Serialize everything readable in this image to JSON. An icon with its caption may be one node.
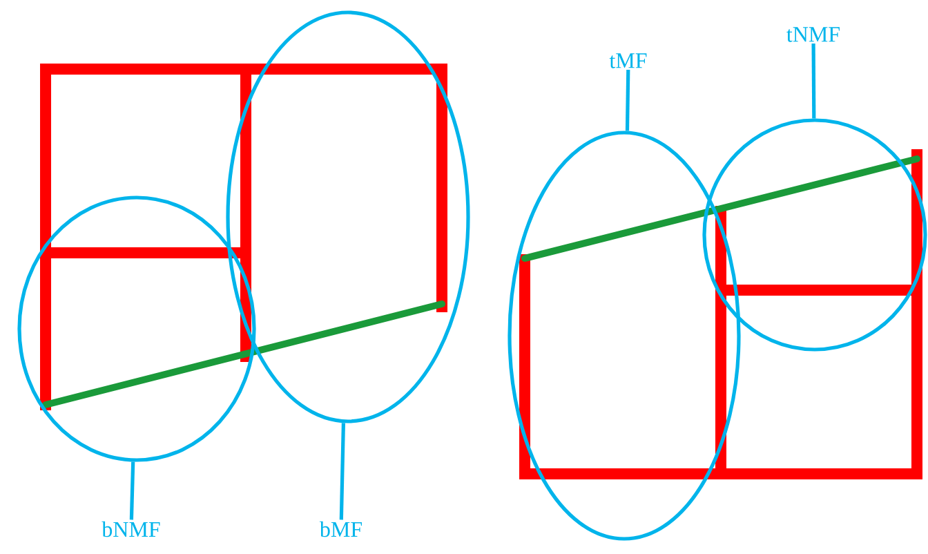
{
  "diagram": {
    "nodes": [
      {
        "text": [
          "tMF"
        ]
      },
      {
        "text": [
          "tNMF"
        ]
      },
      {
        "text": [
          "bNMF"
        ]
      },
      {
        "text": [
          "bMF"
        ]
      },
      {
        "text": [],
        "shape": "ellipse"
      },
      {
        "text": [],
        "shape": "ellipse"
      },
      {
        "text": [],
        "shape": "ellipse"
      },
      {
        "text": [],
        "shape": "ellipse"
      }
    ],
    "edges": [
      {
        "from": 2,
        "to": 4,
        "arrow": "none"
      },
      {
        "from": 3,
        "to": 5,
        "arrow": "none"
      },
      {
        "from": 0,
        "to": 6,
        "arrow": "none"
      },
      {
        "from": 1,
        "to": 7,
        "arrow": "none"
      }
    ]
  }
}
